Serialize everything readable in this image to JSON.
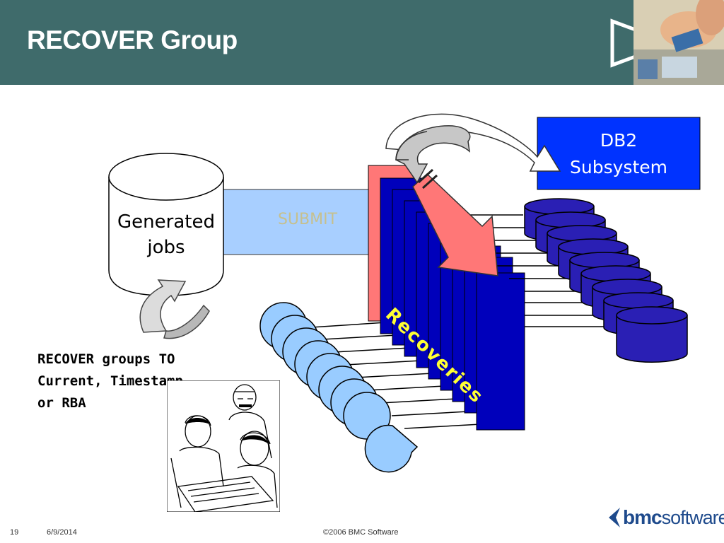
{
  "slide": {
    "title": "RECOVER Group",
    "number": "19",
    "date": "6/9/2014",
    "copyright": "©2006 BMC Software"
  },
  "logo": {
    "bold": "bmc",
    "regular": "software"
  },
  "diagram": {
    "subsystem_label_line1": "DB2",
    "subsystem_label_line2": "Subsystem",
    "jobs_label_line1": "Generated",
    "jobs_label_line2": "jobs",
    "submit_label": "SUBMIT",
    "recoveries_label": "Recoveries",
    "caption_line1": "RECOVER groups TO",
    "caption_line2": "Current, Timestamp",
    "caption_line3": "or RBA"
  },
  "icons": {
    "play": "play-triangle-icon",
    "photo": "keyboard-hand-photo",
    "sketch": "people-at-computer-sketch"
  },
  "colors": {
    "header": "#3f6b6b",
    "db2_box": "#0033ff",
    "pages": "#0000bb",
    "disks": "#2a1fb4",
    "tapes": "#99ccff",
    "submit_band": "#a8cfff",
    "red_card": "#ff7777",
    "recoveries_text": "#ffff33",
    "arrow_gray": "#c7c7c7"
  }
}
